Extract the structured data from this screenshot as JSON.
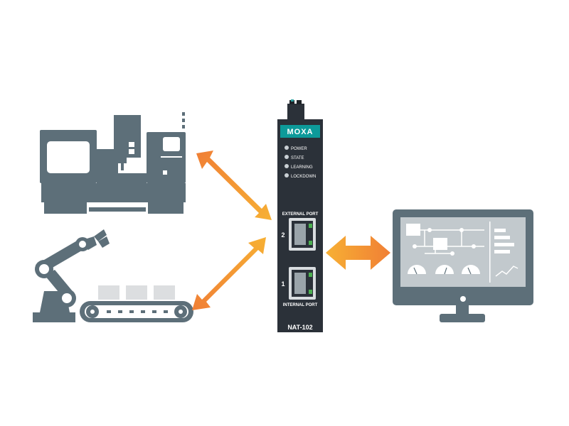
{
  "device": {
    "brand": "MOXA",
    "model": "NAT-102",
    "leds": [
      "POWER",
      "STATE",
      "LEARNING",
      "LOCKDOWN"
    ],
    "external_port_label": "EXTERNAL PORT",
    "internal_port_label": "INTERNAL PORT",
    "port_2_number": "2",
    "port_1_number": "1"
  },
  "colors": {
    "equipment_gray": "#5d6f79",
    "device_body": "#2b3139",
    "brand_teal": "#0d9a9a",
    "arrow_orange": "#f07f35",
    "arrow_yellow": "#f7b034"
  },
  "icons": [
    "cnc-machine-icon",
    "robot-arm-icon",
    "conveyor-belt-icon",
    "monitor-dashboard-icon"
  ]
}
